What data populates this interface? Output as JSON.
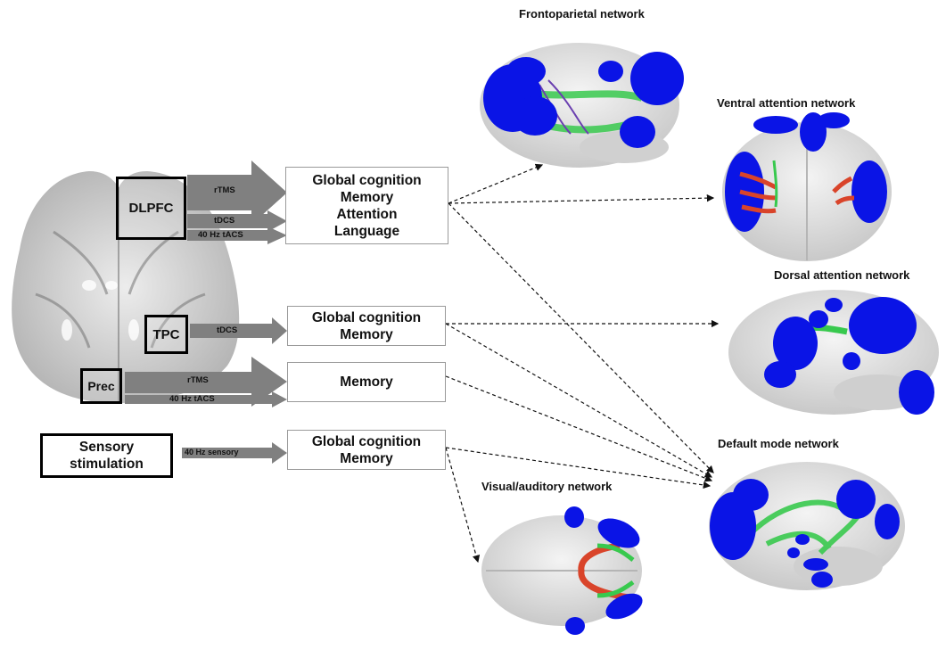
{
  "regions": {
    "dlpfc": "DLPFC",
    "tpc": "TPC",
    "prec": "Prec",
    "sensory_line1": "Sensory",
    "sensory_line2": "stimulation"
  },
  "stimulation_arrows": {
    "dlpfc": [
      "rTMS",
      "tDCS",
      "40 Hz tACS"
    ],
    "tpc": [
      "tDCS"
    ],
    "prec": [
      "rTMS",
      "40 Hz tACS"
    ],
    "sensory": [
      "40 Hz sensory"
    ]
  },
  "outcome_boxes": [
    {
      "lines": [
        "Global cognition",
        "Memory",
        "Attention",
        "Language"
      ]
    },
    {
      "lines": [
        "Global cognition",
        "Memory"
      ]
    },
    {
      "lines": [
        "Memory"
      ]
    },
    {
      "lines": [
        "Global cognition",
        "Memory"
      ]
    }
  ],
  "networks": {
    "frontoparietal": "Frontoparietal network",
    "ventral_attention": "Ventral attention network",
    "dorsal_attention": "Dorsal attention network",
    "default_mode": "Default mode network",
    "visual_auditory": "Visual/auditory network"
  },
  "connections": [
    {
      "from": "outcome-box-1",
      "to": "frontoparietal"
    },
    {
      "from": "outcome-box-1",
      "to": "ventral_attention"
    },
    {
      "from": "outcome-box-1",
      "to": "default_mode"
    },
    {
      "from": "outcome-box-2",
      "to": "dorsal_attention"
    },
    {
      "from": "outcome-box-2",
      "to": "default_mode"
    },
    {
      "from": "outcome-box-3",
      "to": "default_mode"
    },
    {
      "from": "outcome-box-4",
      "to": "default_mode"
    },
    {
      "from": "outcome-box-4",
      "to": "visual_auditory"
    }
  ],
  "colors": {
    "arrow_fill": "#808080",
    "network_region": "#0a14e6",
    "brain_surface": "#dcdcdc",
    "tract_green": "#3fcf5a",
    "tract_red": "#d9442a"
  }
}
